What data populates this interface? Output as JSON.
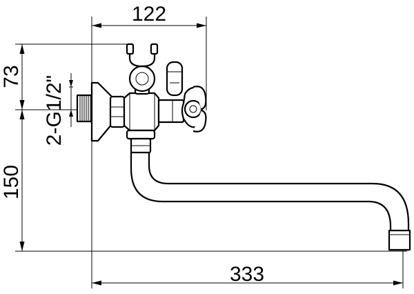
{
  "dimensions": {
    "top_width": "122",
    "bottom_width": "333",
    "upper_height": "73",
    "lower_height": "150",
    "thread": "2-G1/2\""
  },
  "colors": {
    "line": "#000000",
    "background": "#ffffff"
  }
}
